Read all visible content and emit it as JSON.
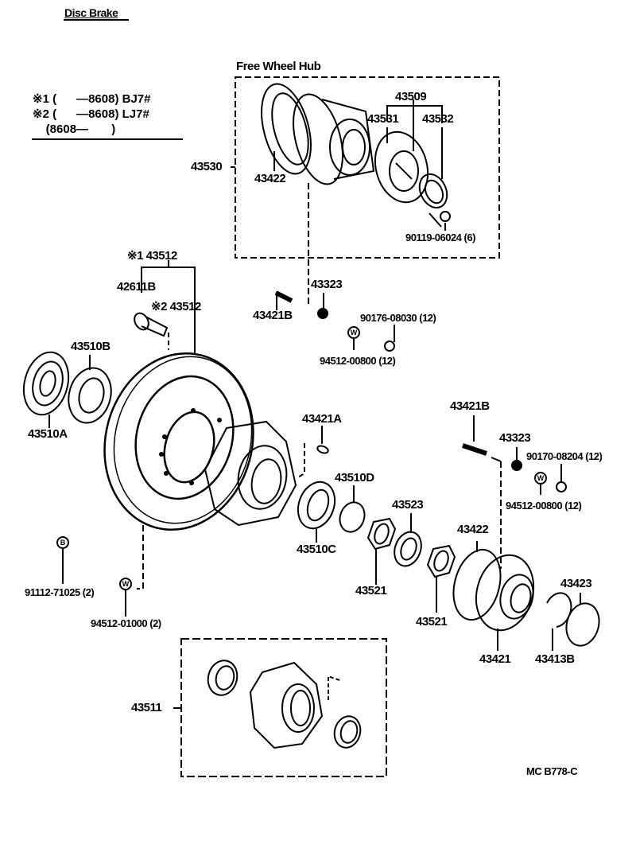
{
  "title": "Disc Brake",
  "notes": {
    "line1": "※1 (      —8608) BJ7#",
    "line2": "※2 (      —8608) LJ7#",
    "line3": "    (8608—       )"
  },
  "free_wheel_hub": {
    "title": "Free Wheel Hub",
    "assembly": "43530",
    "parts": {
      "gasket": "43422",
      "kit": "43509",
      "body": "43531",
      "cover_seal": "43532",
      "bolt": "90119-06024 (6)"
    }
  },
  "rotor_group": {
    "rotor_1": "※1 43512",
    "rotor_2": "※2 43512",
    "hub_bolt": "42611B",
    "bearing_b": "43510B",
    "seal_a": "43510A"
  },
  "upper_small_parts": {
    "stud": "43421B",
    "cone_washer": "43323",
    "nut": "90176-08030 (12)",
    "washer": "94512-00800 (12)"
  },
  "hub_group": {
    "pin": "43421A",
    "snap": "43510D",
    "bearing_c": "43510C",
    "lock_washer": "43523",
    "nut_1": "43521",
    "nut_2": "43521"
  },
  "right_group": {
    "stud": "43421B",
    "cone_washer": "43323",
    "nut": "90170-08204 (12)",
    "washer": "94512-00800 (12)",
    "gasket": "43422",
    "flange": "43421",
    "snap_ring": "43413B",
    "cap": "43423"
  },
  "lower_left": {
    "bolt": "91112-71025 (2)",
    "washer": "94512-01000 (2)",
    "bolt_symbol": "B",
    "washer_symbol": "W"
  },
  "hub_assembly": {
    "number": "43511"
  },
  "diagram_code": "MC B778-C"
}
